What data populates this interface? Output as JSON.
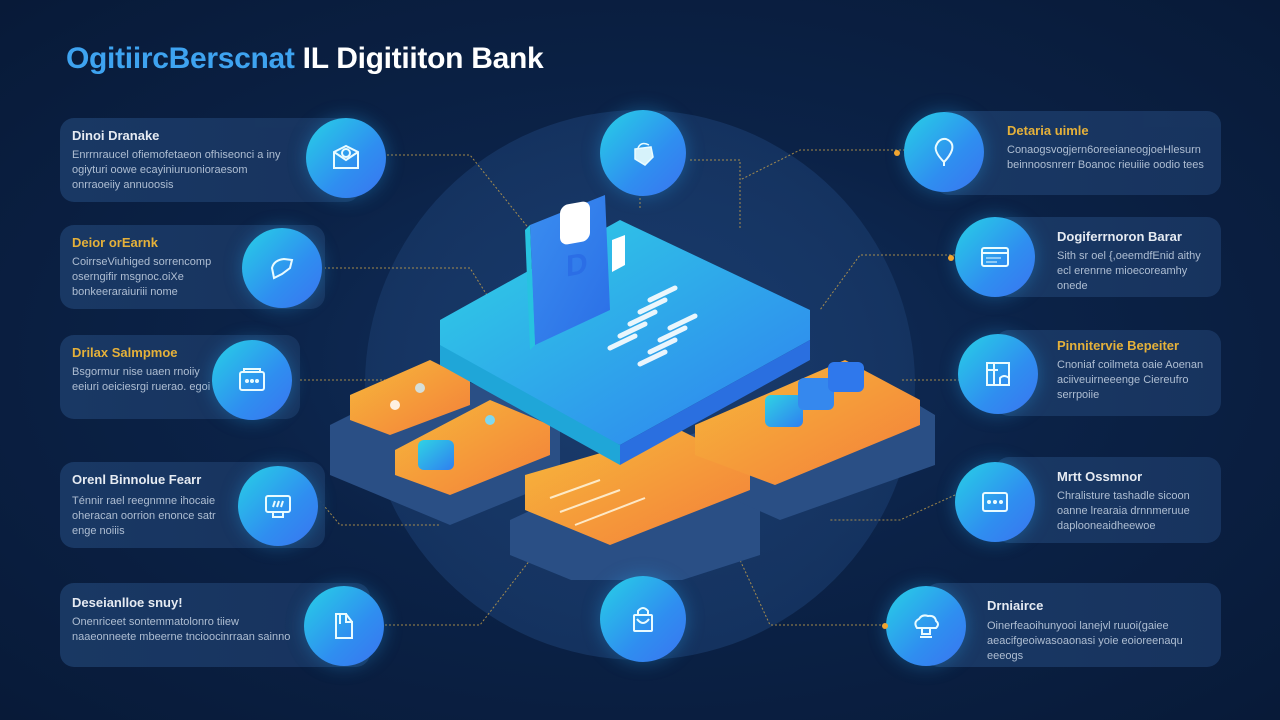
{
  "title": {
    "accent": "OgitiircBerscnat",
    "main": "IL Digitiiton Bank"
  },
  "colors": {
    "background": "#0a1f3f",
    "card": "#1a3a66",
    "bubble_start": "#27d1e6",
    "bubble_end": "#3a74ef",
    "accent_gold": "#f1b93a",
    "accent_blue": "#3ea3f0",
    "orange": "#f7a93a"
  },
  "left_cards": [
    {
      "title": "Dinoi Dranake",
      "title_color": "white",
      "body": "Enrrnraucel  ofiemofetaeon ofhiseonci  a iny ogiyturi oowe  ecayiniuruonioraesom onrraoeiiy  annuoosis",
      "icon": "envelope-icon"
    },
    {
      "title": "Deior orEarnk",
      "title_color": "gold",
      "body": "CoirrseViuhiged  sorrencomp oserngifir msgnoc.oiXe bonkeeraraiuriii nome",
      "icon": "card-swipe-icon"
    },
    {
      "title": "Drilax Salmpmoe",
      "title_color": "gold",
      "body": "Bsgormur  nise  uaen rnoiiy eeiuri oeiciesrgi ruerao. egoi",
      "icon": "wallet-icon"
    },
    {
      "title": "Orenl Binnolue Fearr",
      "title_color": "white",
      "body": "Ténnir rael reegnmne ihocaie oheracan  oorrion enonce satr enge noiiis",
      "icon": "payment-terminal-icon"
    },
    {
      "title": "Deseianlloe snuy!",
      "title_color": "white",
      "body": "Onenriceet  sontemmatolonro  tiiew naaeonneete  mbeerne  tncioocinrraan sainno",
      "icon": "document-icon"
    }
  ],
  "right_cards": [
    {
      "title": "Detaria uimle",
      "title_color": "gold",
      "body": "Conaogsvogjern6oreeianeogjoeHlesurn beinnoosnrerr  Boanoc  rieuiiie  oodio tees",
      "icon": "location-pin-icon"
    },
    {
      "title": "Dogiferrnoron  Barar",
      "title_color": "white",
      "body": "Sith sr oel  {,oeemdfEnid  aithy ecl erenrne mioecoreamhy onede",
      "icon": "credit-card-icon"
    },
    {
      "title": "Pinnitervie Bepeiter",
      "title_color": "gold",
      "body": "Cnoniaf  coilmeta  oaie Aoenan  aciiveuirneeenge Ciereufro serrpoiie",
      "icon": "layout-icon"
    },
    {
      "title": "Mrtt Ossmnor",
      "title_color": "white",
      "body": "Chralisture  tashadle  sicoon oanne  lrearaia  drnnmeruue daplooneaidheewoe",
      "icon": "chat-box-icon"
    },
    {
      "title": "Drniairce",
      "title_color": "white",
      "body": "Oinerfeaoihunyooi  lanejvl  ruuoi(gaiee aeacifgeoiwasoaonasi  yoie  eoioreenaqu eeeogs",
      "icon": "cloud-server-icon"
    }
  ],
  "top_bubble": {
    "icon": "bag-icon"
  },
  "bottom_bubble": {
    "icon": "lock-icon"
  },
  "center": {
    "logo_letter": "D",
    "description": "Isometric digital banking platform"
  }
}
